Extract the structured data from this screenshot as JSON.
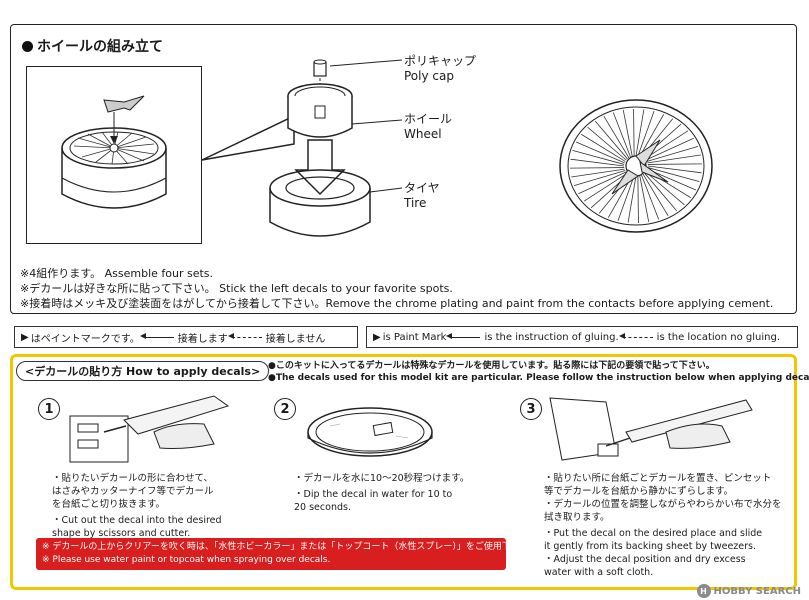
{
  "section": {
    "title": "ホイールの組み立て"
  },
  "callouts": {
    "polycap_jp": "ポリキャップ",
    "polycap_en": "Poly cap",
    "wheel_jp": "ホイール",
    "wheel_en": "Wheel",
    "tire_jp": "タイヤ",
    "tire_en": "Tire"
  },
  "notes": [
    "※4組作ります。 Assemble four sets.",
    "※デカールは好きな所に貼って下さい。 Stick the left decals to your favorite spots.",
    "※接着時はメッキ及び塗装面をはがしてから接着して下さい。Remove the chrome plating and paint from the contacts before applying cement."
  ],
  "legend_jp": {
    "paint": "はペイントマークです。",
    "glue": "接着します",
    "noglue": "接着しません"
  },
  "legend_en": {
    "paint": "is Paint Mark",
    "glue": "is the instruction of gluing.",
    "noglue": "is the location no gluing."
  },
  "decal": {
    "title": "<デカールの貼り方 How to apply decals>",
    "note_jp": "●このキットに入ってるデカールは特殊なデカールを使用しています。貼る際には下記の要領で貼って下さい。",
    "note_en": "●The decals used for this model kit are particular. Please follow the instruction below when applying decals."
  },
  "steps": [
    {
      "num": "1",
      "jp": [
        "・貼りたいデカールの形に合わせて、",
        "はさみやカッターナイフ等でデカール",
        "を台紙ごと切り抜きます。"
      ],
      "en": [
        "・Cut out the decal into the desired",
        "shape by scissors and cutter."
      ]
    },
    {
      "num": "2",
      "jp": [
        "・デカールを水に10～20秒程つけます。"
      ],
      "en": [
        "・Dip the decal in water for 10 to",
        "20 seconds."
      ]
    },
    {
      "num": "3",
      "jp": [
        "・貼りたい所に台紙ごとデカールを置き、ピンセット",
        "等でデカールを台紙から静かにずらします。",
        "・デカールの位置を調整しながらやわらかい布で水分を",
        "拭き取ります。"
      ],
      "en": [
        "・Put the decal on the desired place and slide",
        "it gently from its backing sheet by tweezers.",
        "・Adjust the decal position and dry excess",
        "water with a soft cloth."
      ]
    }
  ],
  "warning": {
    "jp": "※ デカールの上からクリアーを吹く時は、「水性ホビーカラー」または「トップコート（水性スプレー）」をご使用下さい。",
    "en": "※ Please use water paint or topcoat when spraying over decals."
  },
  "watermark": "HOBBY SEARCH"
}
